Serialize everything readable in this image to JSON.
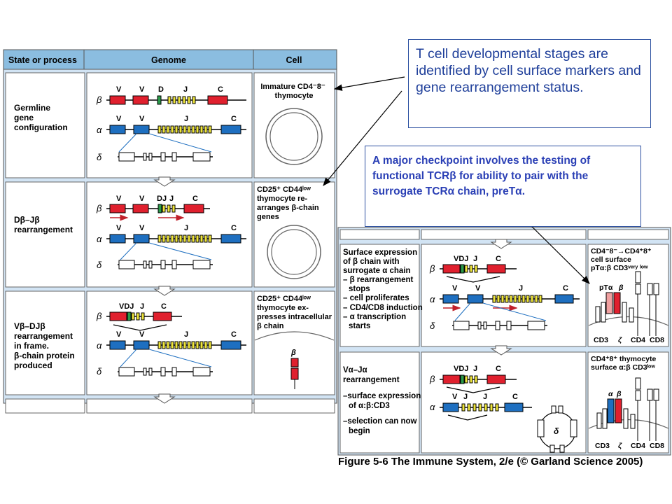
{
  "header": {
    "state": "State or process",
    "genome": "Genome",
    "cell": "Cell"
  },
  "gene_labels": {
    "beta": "β",
    "alpha": "α",
    "delta": "δ",
    "v": "V",
    "d": "D",
    "j": "J",
    "c": "C",
    "dj": "DJ",
    "vdj": "VDJ"
  },
  "rows": [
    {
      "state": [
        "Germline",
        "gene",
        "configuration"
      ],
      "cell": [
        "Immature CD4⁻8⁻",
        "thymocyte"
      ]
    },
    {
      "state": [
        "Dβ–Jβ",
        "rearrangement"
      ],
      "cell": [
        "CD25⁺ CD44ˡᵒʷ",
        "thymocyte re-",
        "arranges β-chain",
        "genes"
      ]
    },
    {
      "state": [
        "Vβ–DJβ",
        "rearrangement",
        "in frame.",
        "β-chain protein",
        "produced"
      ],
      "cell": [
        "CD25⁺ CD44ˡᵒʷ",
        "thymocyte ex-",
        "presses intracellular",
        "β chain"
      ],
      "protein_label": "β"
    },
    {
      "state": [
        "Surface expression",
        "of β chain with",
        "surrogate α chain",
        "– β rearrangement",
        "stops",
        "– cell proliferates",
        "– CD4/CD8 induction",
        "– α transcription",
        "starts"
      ],
      "cell": [
        "CD4⁻8⁻→CD4⁺8⁺",
        "cell surface",
        "pTα:β CD3ᵛᵉʳʸ ˡᵒʷ"
      ],
      "receptor_labels": {
        "pta": "pTα",
        "beta": "β",
        "cd3": "CD3",
        "zeta": "ζ",
        "cd4": "CD4",
        "cd8": "CD8"
      }
    },
    {
      "state": [
        "Vα–Jα",
        "rearrangement",
        "–surface expression",
        "of α:β:CD3",
        "–selection can now",
        "begin"
      ],
      "cell": [
        "CD4⁺8⁺ thymocyte",
        "surface α:β CD3ˡᵒʷ"
      ],
      "receptor_labels": {
        "alpha": "α",
        "beta": "β",
        "cd3": "CD3",
        "zeta": "ζ",
        "cd4": "CD4",
        "cd8": "CD8"
      },
      "excised_label": "δ"
    }
  ],
  "callouts": {
    "stages": "T cell developmental stages are identified by cell surface markers and gene rearrangement status.",
    "checkpoint": "A major checkpoint involves the testing of functional TCRβ for ability to pair with the surrogate TCRα chain, preTα."
  },
  "caption": "Figure 5-6 The Immune System, 2/e (© Garland Science 2005)",
  "colors": {
    "panel": "#d2e4f4",
    "header": "#8bbde0",
    "v_segment": "#e0202e",
    "alpha_segment": "#1e6fc0",
    "j_segment": "#f0e63a",
    "d_segment": "#2a9a4a",
    "delta_segment": "#ffffff",
    "callout_text": "#1f3f9a"
  }
}
